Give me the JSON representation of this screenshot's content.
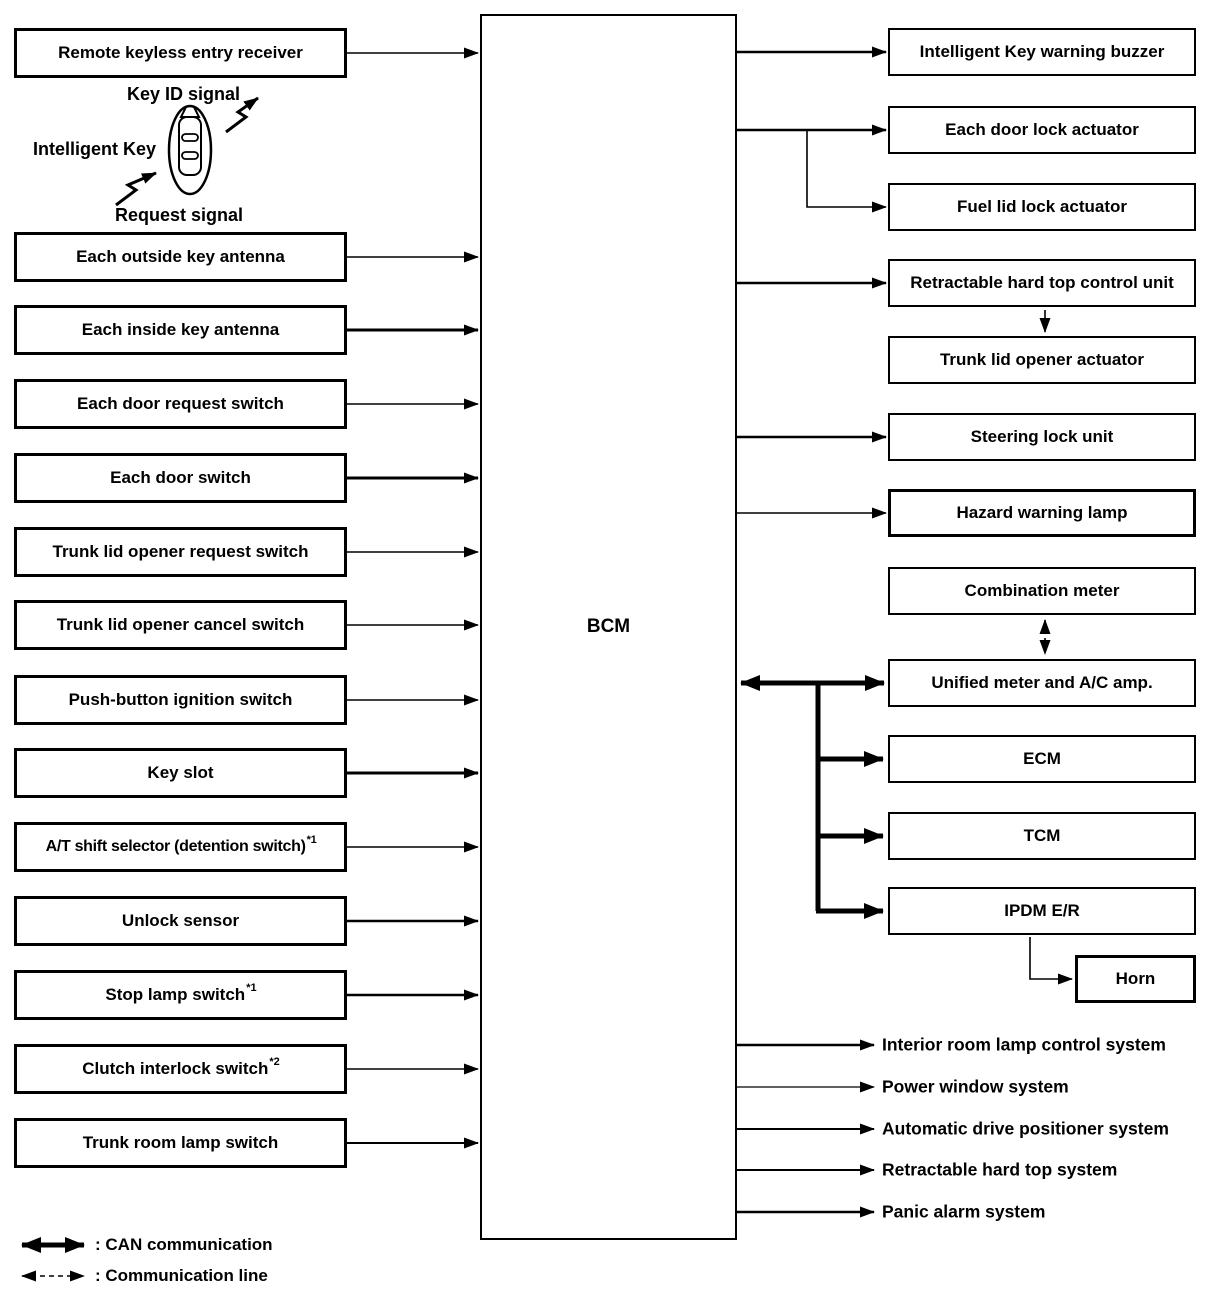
{
  "diagram": {
    "bcm": {
      "label": "BCM"
    },
    "key_graphic": {
      "key_id_signal": "Key ID signal",
      "intelligent_key_label": "Intelligent Key",
      "request_signal": "Request signal"
    },
    "inputs": [
      {
        "label": "Remote keyless entry receiver",
        "sup": ""
      },
      {
        "label": "Each outside key antenna",
        "sup": ""
      },
      {
        "label": "Each inside key antenna",
        "sup": ""
      },
      {
        "label": "Each door request switch",
        "sup": ""
      },
      {
        "label": "Each door switch",
        "sup": ""
      },
      {
        "label": "Trunk lid opener request switch",
        "sup": ""
      },
      {
        "label": "Trunk lid opener cancel switch",
        "sup": ""
      },
      {
        "label": "Push-button ignition switch",
        "sup": ""
      },
      {
        "label": "Key slot",
        "sup": ""
      },
      {
        "label": "A/T shift selector (detention switch)",
        "sup": "*1"
      },
      {
        "label": "Unlock sensor",
        "sup": ""
      },
      {
        "label": "Stop lamp switch",
        "sup": "*1"
      },
      {
        "label": "Clutch interlock switch",
        "sup": "*2"
      },
      {
        "label": "Trunk room lamp switch",
        "sup": ""
      }
    ],
    "outputs": [
      {
        "label": "Intelligent Key warning buzzer"
      },
      {
        "label": "Each door lock actuator"
      },
      {
        "label": "Fuel lid lock actuator"
      },
      {
        "label": "Retractable hard top control unit"
      },
      {
        "label": "Trunk lid opener actuator"
      },
      {
        "label": "Steering lock unit"
      },
      {
        "label": "Hazard warning lamp"
      },
      {
        "label": "Combination meter"
      },
      {
        "label": "Unified meter and A/C amp."
      },
      {
        "label": "ECM"
      },
      {
        "label": "TCM"
      },
      {
        "label": "IPDM E/R"
      },
      {
        "label": "Horn"
      }
    ],
    "systems": [
      {
        "label": "Interior room lamp control system"
      },
      {
        "label": "Power window system"
      },
      {
        "label": "Automatic drive positioner system"
      },
      {
        "label": "Retractable hard top system"
      },
      {
        "label": "Panic alarm system"
      }
    ],
    "legend": [
      {
        "label": ": CAN communication"
      },
      {
        "label": ": Communication line"
      }
    ],
    "colors": {
      "line": "#000000",
      "background": "#ffffff"
    }
  }
}
